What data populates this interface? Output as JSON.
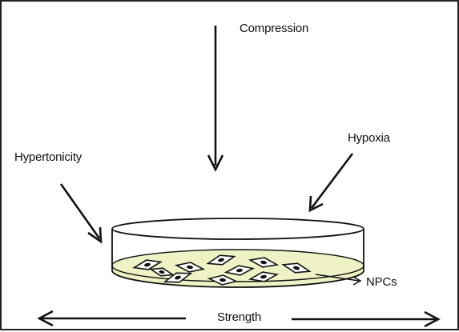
{
  "labels": {
    "compression": "Compression",
    "hypoxia": "Hypoxia",
    "hypertonicity": "Hypertonicity",
    "npcs": "NPCs",
    "strength": "Strength"
  },
  "colors": {
    "line": "#111111",
    "medium_fill": "#eef2c4",
    "background": "#ffffff"
  },
  "cells": [
    {
      "shape": "diamond-cell"
    },
    {
      "shape": "diamond-cell"
    },
    {
      "shape": "diamond-cell"
    },
    {
      "shape": "diamond-cell"
    },
    {
      "shape": "diamond-cell"
    },
    {
      "shape": "diamond-cell"
    },
    {
      "shape": "diamond-cell"
    },
    {
      "shape": "diamond-cell"
    },
    {
      "shape": "diamond-cell"
    },
    {
      "shape": "diamond-cell"
    }
  ]
}
